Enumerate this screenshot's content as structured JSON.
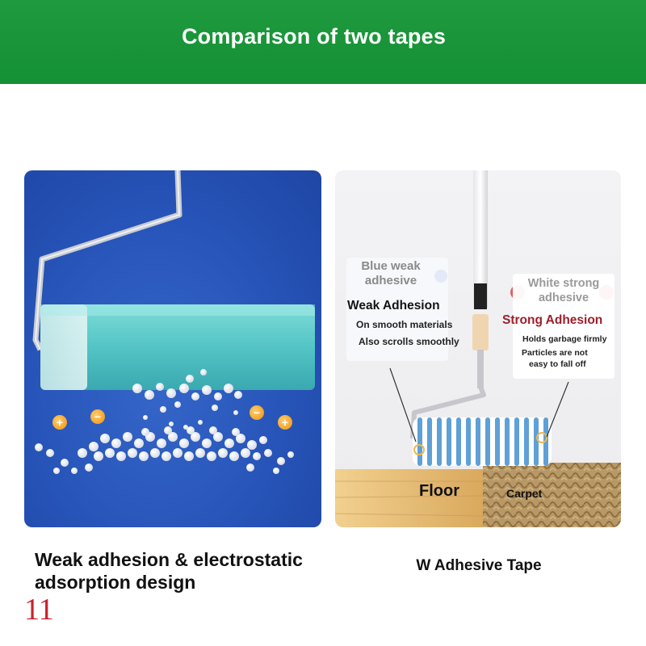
{
  "header": {
    "title": "Comparison of two tapes"
  },
  "left_panel": {
    "caption": "Weak adhesion & electrostatic adsorption design",
    "charge_signs": [
      "+",
      "−",
      "−",
      "+"
    ]
  },
  "right_panel": {
    "caption": "W Adhesive Tape",
    "blue_label": {
      "title": "Blue weak adhesive",
      "heading": "Weak Adhesion",
      "line1": "On smooth materials",
      "line2": "Also scrolls smoothly"
    },
    "white_label": {
      "title": "White strong adhesive",
      "heading": "Strong Adhesion",
      "line1": "Holds garbage firmly",
      "line2": "Particles are not",
      "line3": "easy to fall off"
    },
    "floor_label": "Floor",
    "carpet_label": "Carpet"
  },
  "page_number": "11",
  "colors": {
    "banner": "#1a953a",
    "left_bg": "#2754b8",
    "accent_red": "#9c1f2a",
    "page_number": "#c9232a"
  }
}
